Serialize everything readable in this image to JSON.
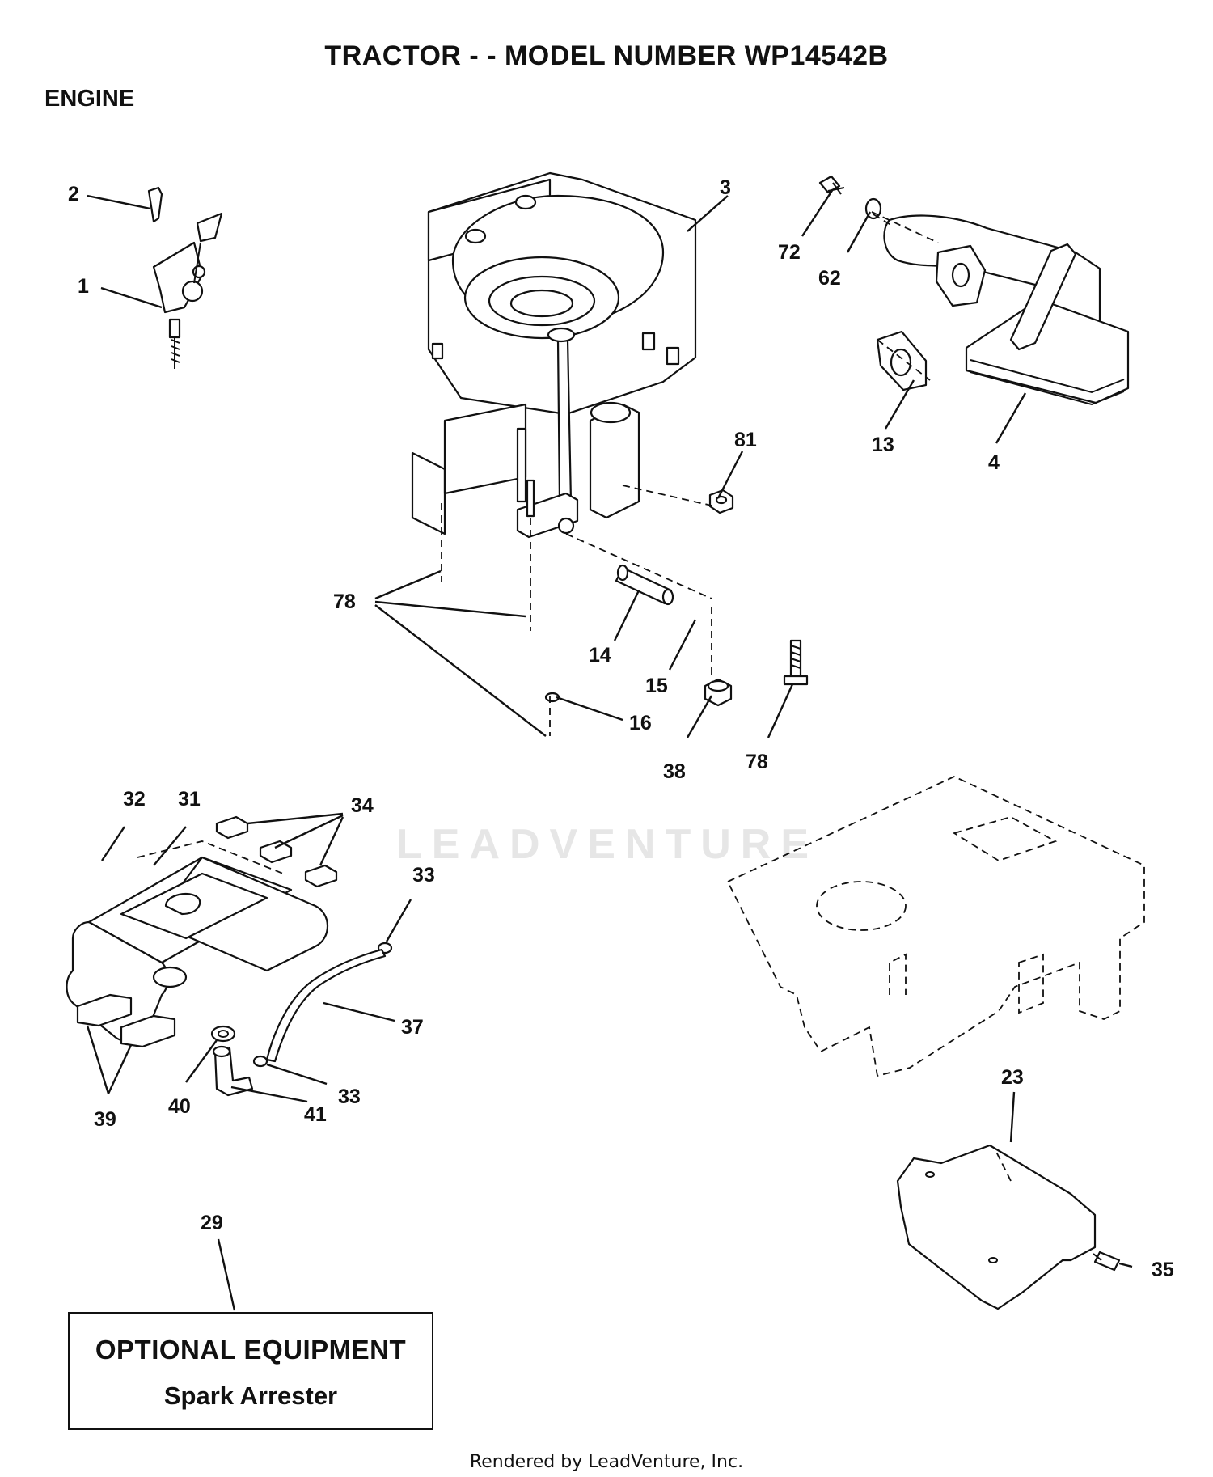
{
  "header": {
    "title": "TRACTOR - - MODEL NUMBER WP14542B",
    "section": "ENGINE"
  },
  "callouts": [
    "1",
    "2",
    "3",
    "72",
    "62",
    "13",
    "4",
    "81",
    "78",
    "14",
    "15",
    "16",
    "38",
    "78",
    "32",
    "31",
    "34",
    "33",
    "37",
    "33",
    "39",
    "40",
    "41",
    "23",
    "35",
    "29"
  ],
  "optional_box": {
    "title": "OPTIONAL EQUIPMENT",
    "subtitle": "Spark Arrester"
  },
  "watermark": "LEADVENTURE",
  "footer": {
    "credit": "Rendered by LeadVenture, Inc."
  }
}
